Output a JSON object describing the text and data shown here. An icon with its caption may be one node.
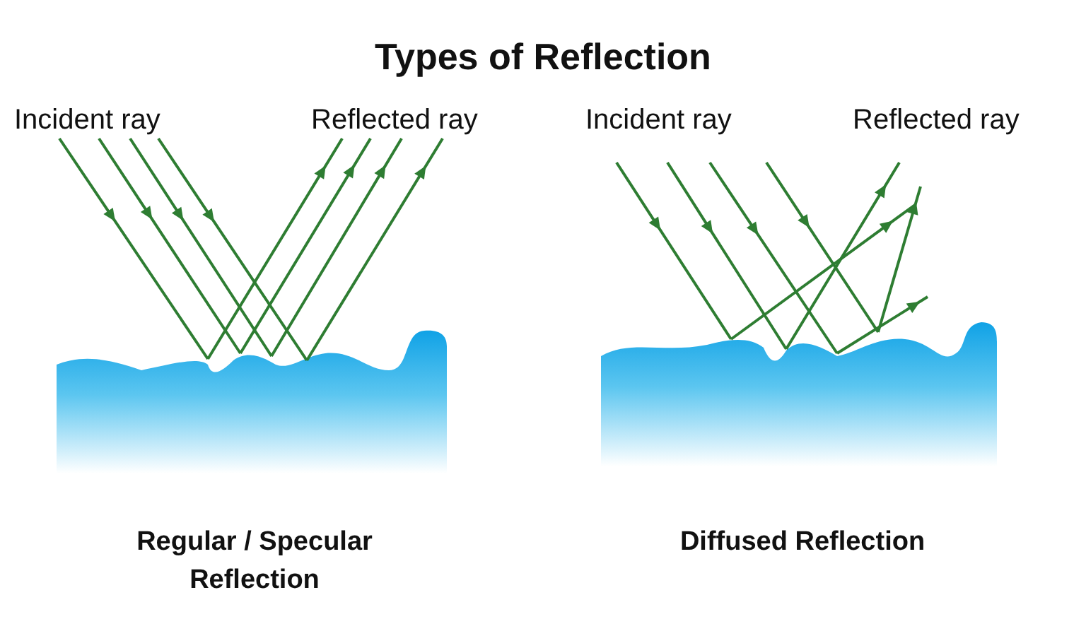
{
  "diagram": {
    "title": "Types of Reflection",
    "labels": [
      "Incident ray",
      "Reflected ray",
      "Incident ray",
      "Reflected ray",
      "Regular / Specular Reflection",
      "Diffused Reflection"
    ]
  }
}
